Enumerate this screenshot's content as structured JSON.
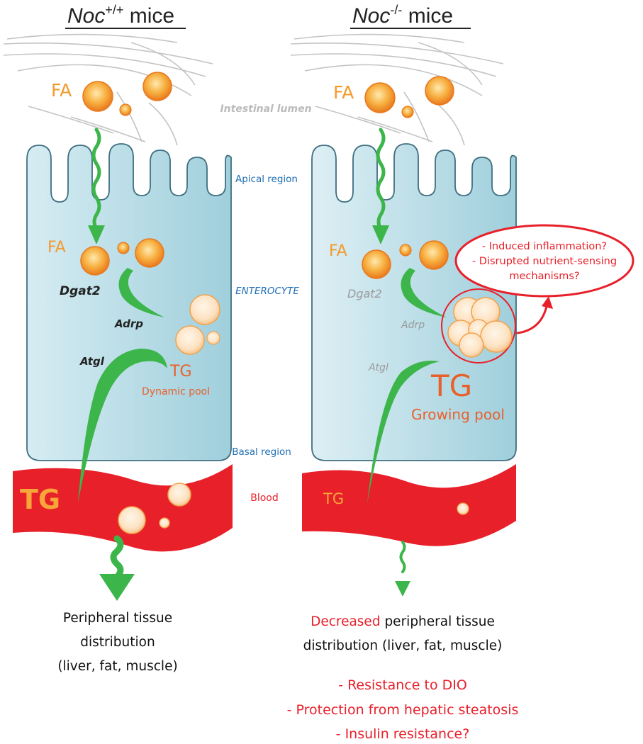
{
  "titles": {
    "left": {
      "italic": "Noc",
      "superscript": "+/+",
      "suffix": "mice"
    },
    "right": {
      "italic": "Noc",
      "superscript": "-/-",
      "suffix": "mice"
    }
  },
  "labels": {
    "intestinal_lumen": "Intestinal lumen",
    "apical_region": "Apical region",
    "enterocyte": "ENTEROCYTE",
    "basal_region": "Basal region",
    "blood": "Blood"
  },
  "left_panel": {
    "fa_lumen": "FA",
    "fa_cell": "FA",
    "dgat2": "Dgat2",
    "adrp": "Adrp",
    "atgl": "Atgl",
    "tg": "TG",
    "pool": "Dynamic pool",
    "tg_blood": "TG",
    "outcome": [
      "Peripheral tissue",
      "distribution",
      "(liver, fat, muscle)"
    ]
  },
  "right_panel": {
    "fa_lumen": "FA",
    "fa_cell": "FA",
    "dgat2": "Dgat2",
    "adrp": "Adrp",
    "atgl": "Atgl",
    "tg": "TG",
    "pool": "Growing pool",
    "tg_blood": "TG",
    "outcome_highlight": "Decreased",
    "outcome_line1_rest": " peripheral tissue",
    "outcome_line2": "distribution (liver, fat, muscle)"
  },
  "callout": [
    "- Induced inflammation?",
    "- Disrupted nutrient-sensing",
    "mechanisms?"
  ],
  "consequences": [
    "- Resistance to DIO",
    "- Protection from hepatic steatosis",
    "- Insulin resistance?"
  ],
  "colors": {
    "cell_fill": "#a9d4df",
    "cell_stroke": "#3f6f80",
    "blood": "#e8202a",
    "arrow_green": "#3cb54a",
    "fa_orange": "#f39a2c",
    "label_blue": "#1f6fb5",
    "accent_red": "#e8202a",
    "tg_orange": "#e8602c"
  }
}
